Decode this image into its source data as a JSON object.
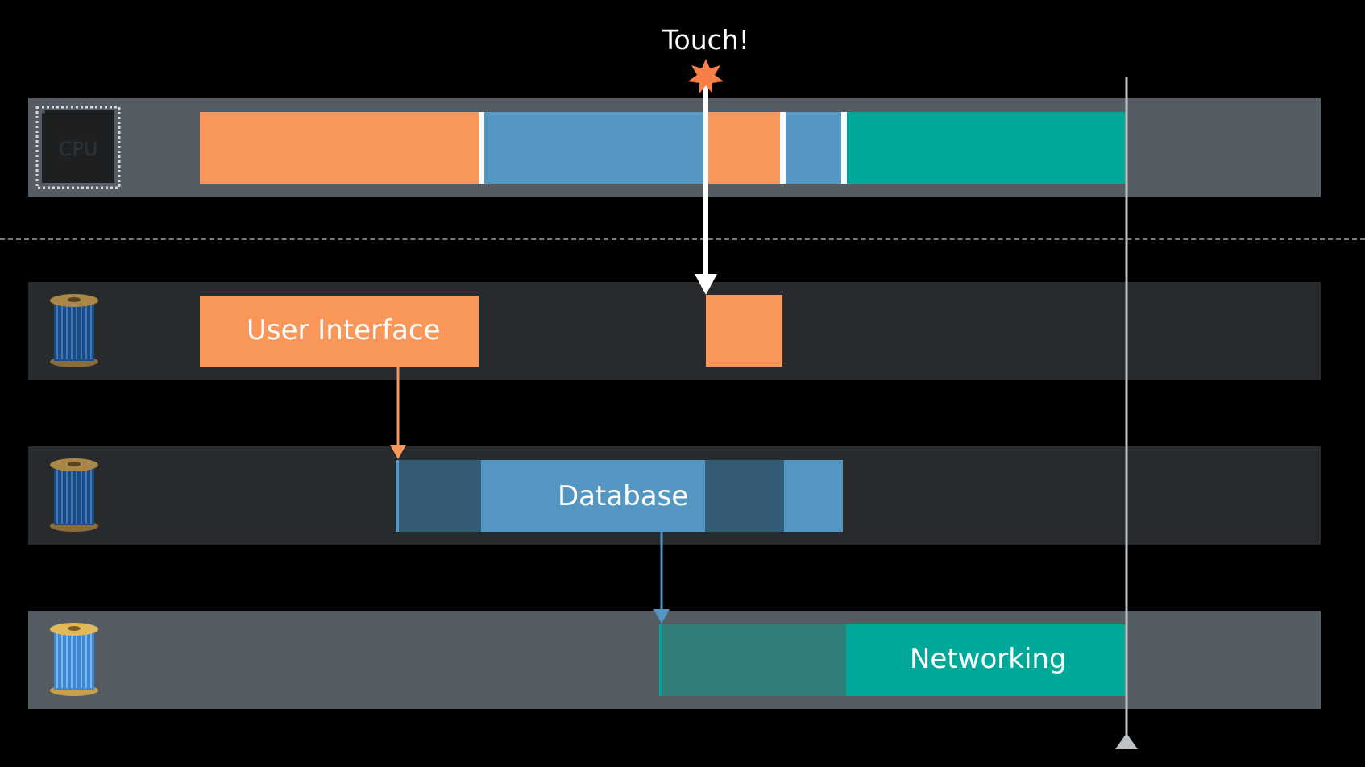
{
  "title": "Touch!",
  "cpu": {
    "chip_label": "CPU"
  },
  "threads": {
    "ui": {
      "label": "User Interface"
    },
    "database": {
      "label": "Database"
    },
    "networking": {
      "label": "Networking"
    }
  },
  "icons": {
    "cpu": "cpu-chip-icon",
    "thread": "thread-spool-icon",
    "touch": "star-burst-icon",
    "playhead": "triangle-up-icon"
  },
  "colors": {
    "background": "#000000",
    "cpu_lane": "#555c63",
    "thread_lane": "#272b2e",
    "active_lane": "#555c63",
    "ui": "#f9965a",
    "database": "#5497c2",
    "database_waiting": "#345b76",
    "networking": "#00a899",
    "networking_waiting": "#317e78",
    "touch": "#f77f47",
    "playhead": "#bcc2c6"
  }
}
